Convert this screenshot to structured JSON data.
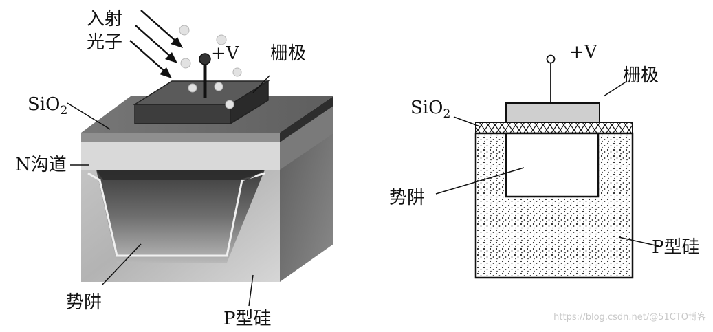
{
  "left_diagram": {
    "incident_photons_line1": "入射",
    "incident_photons_line2": "光子",
    "voltage": "+V",
    "gate": "栅极",
    "oxide": "SiO",
    "oxide_subscript": "2",
    "n_channel": "N沟道",
    "potential_well": "势阱",
    "p_silicon": "P型硅"
  },
  "right_diagram": {
    "voltage": "+V",
    "gate": "栅极",
    "oxide": "SiO",
    "oxide_subscript": "2",
    "potential_well": "势阱",
    "p_silicon": "P型硅"
  },
  "watermark": "https://blog.csdn.net/@51CTO博客"
}
